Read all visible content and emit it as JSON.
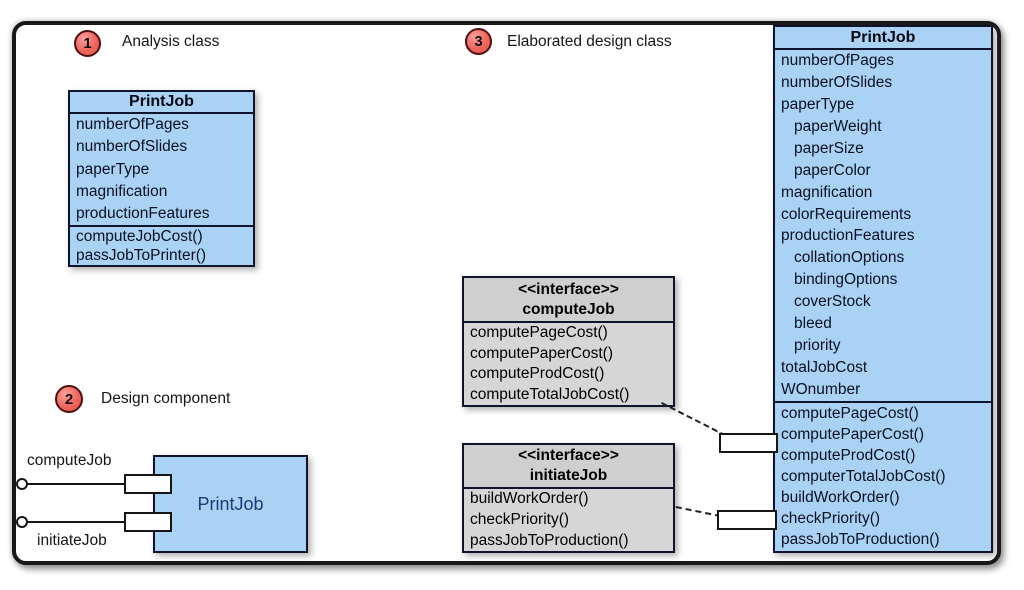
{
  "callouts": [
    {
      "number": "1",
      "label": "Analysis class"
    },
    {
      "number": "2",
      "label": "Design component"
    },
    {
      "number": "3",
      "label": "Elaborated design class"
    }
  ],
  "analysis_class": {
    "title": "PrintJob",
    "attributes": [
      "numberOfPages",
      "numberOfSlides",
      "paperType",
      "magnification",
      "productionFeatures"
    ],
    "operations": [
      "computeJobCost()",
      "passJobToPrinter()"
    ]
  },
  "design_component": {
    "name": "PrintJob",
    "provided_interfaces": [
      {
        "label": "computeJob"
      },
      {
        "label": "initiateJob"
      }
    ]
  },
  "compute_job_interface": {
    "stereotype": "<<interface>>",
    "name": "computeJob",
    "operations": [
      "computePageCost()",
      "computePaperCost()",
      "computeProdCost()",
      "computeTotalJobCost()"
    ]
  },
  "initiate_job_interface": {
    "stereotype": "<<interface>>",
    "name": "initiateJob",
    "operations": [
      "buildWorkOrder()",
      "checkPriority()",
      "passJobToProduction()"
    ]
  },
  "elaborated_class": {
    "title": "PrintJob",
    "attributes": [
      {
        "name": "numberOfPages",
        "indent": false
      },
      {
        "name": "numberOfSlides",
        "indent": false
      },
      {
        "name": "paperType",
        "indent": false
      },
      {
        "name": "paperWeight",
        "indent": true
      },
      {
        "name": "paperSize",
        "indent": true
      },
      {
        "name": "paperColor",
        "indent": true
      },
      {
        "name": "magnification",
        "indent": false
      },
      {
        "name": "colorRequirements",
        "indent": false
      },
      {
        "name": "productionFeatures",
        "indent": false
      },
      {
        "name": "collationOptions",
        "indent": true
      },
      {
        "name": "bindingOptions",
        "indent": true
      },
      {
        "name": "coverStock",
        "indent": true
      },
      {
        "name": "bleed",
        "indent": true
      },
      {
        "name": "priority",
        "indent": true
      },
      {
        "name": "totalJobCost",
        "indent": false
      },
      {
        "name": "WOnumber",
        "indent": false
      }
    ],
    "operations": [
      "computePageCost()",
      "computePaperCost()",
      "computeProdCost()",
      "computerTotalJobCost()",
      "buildWorkOrder()",
      "checkPriority()",
      "passJobToProduction()"
    ]
  },
  "colors": {
    "class_fill": "#a9d2f5",
    "interface_fill": "#d6d6d6",
    "badge_fill": "#ee6a62",
    "frame_border": "#181818",
    "component_label": "#1d3a75"
  }
}
